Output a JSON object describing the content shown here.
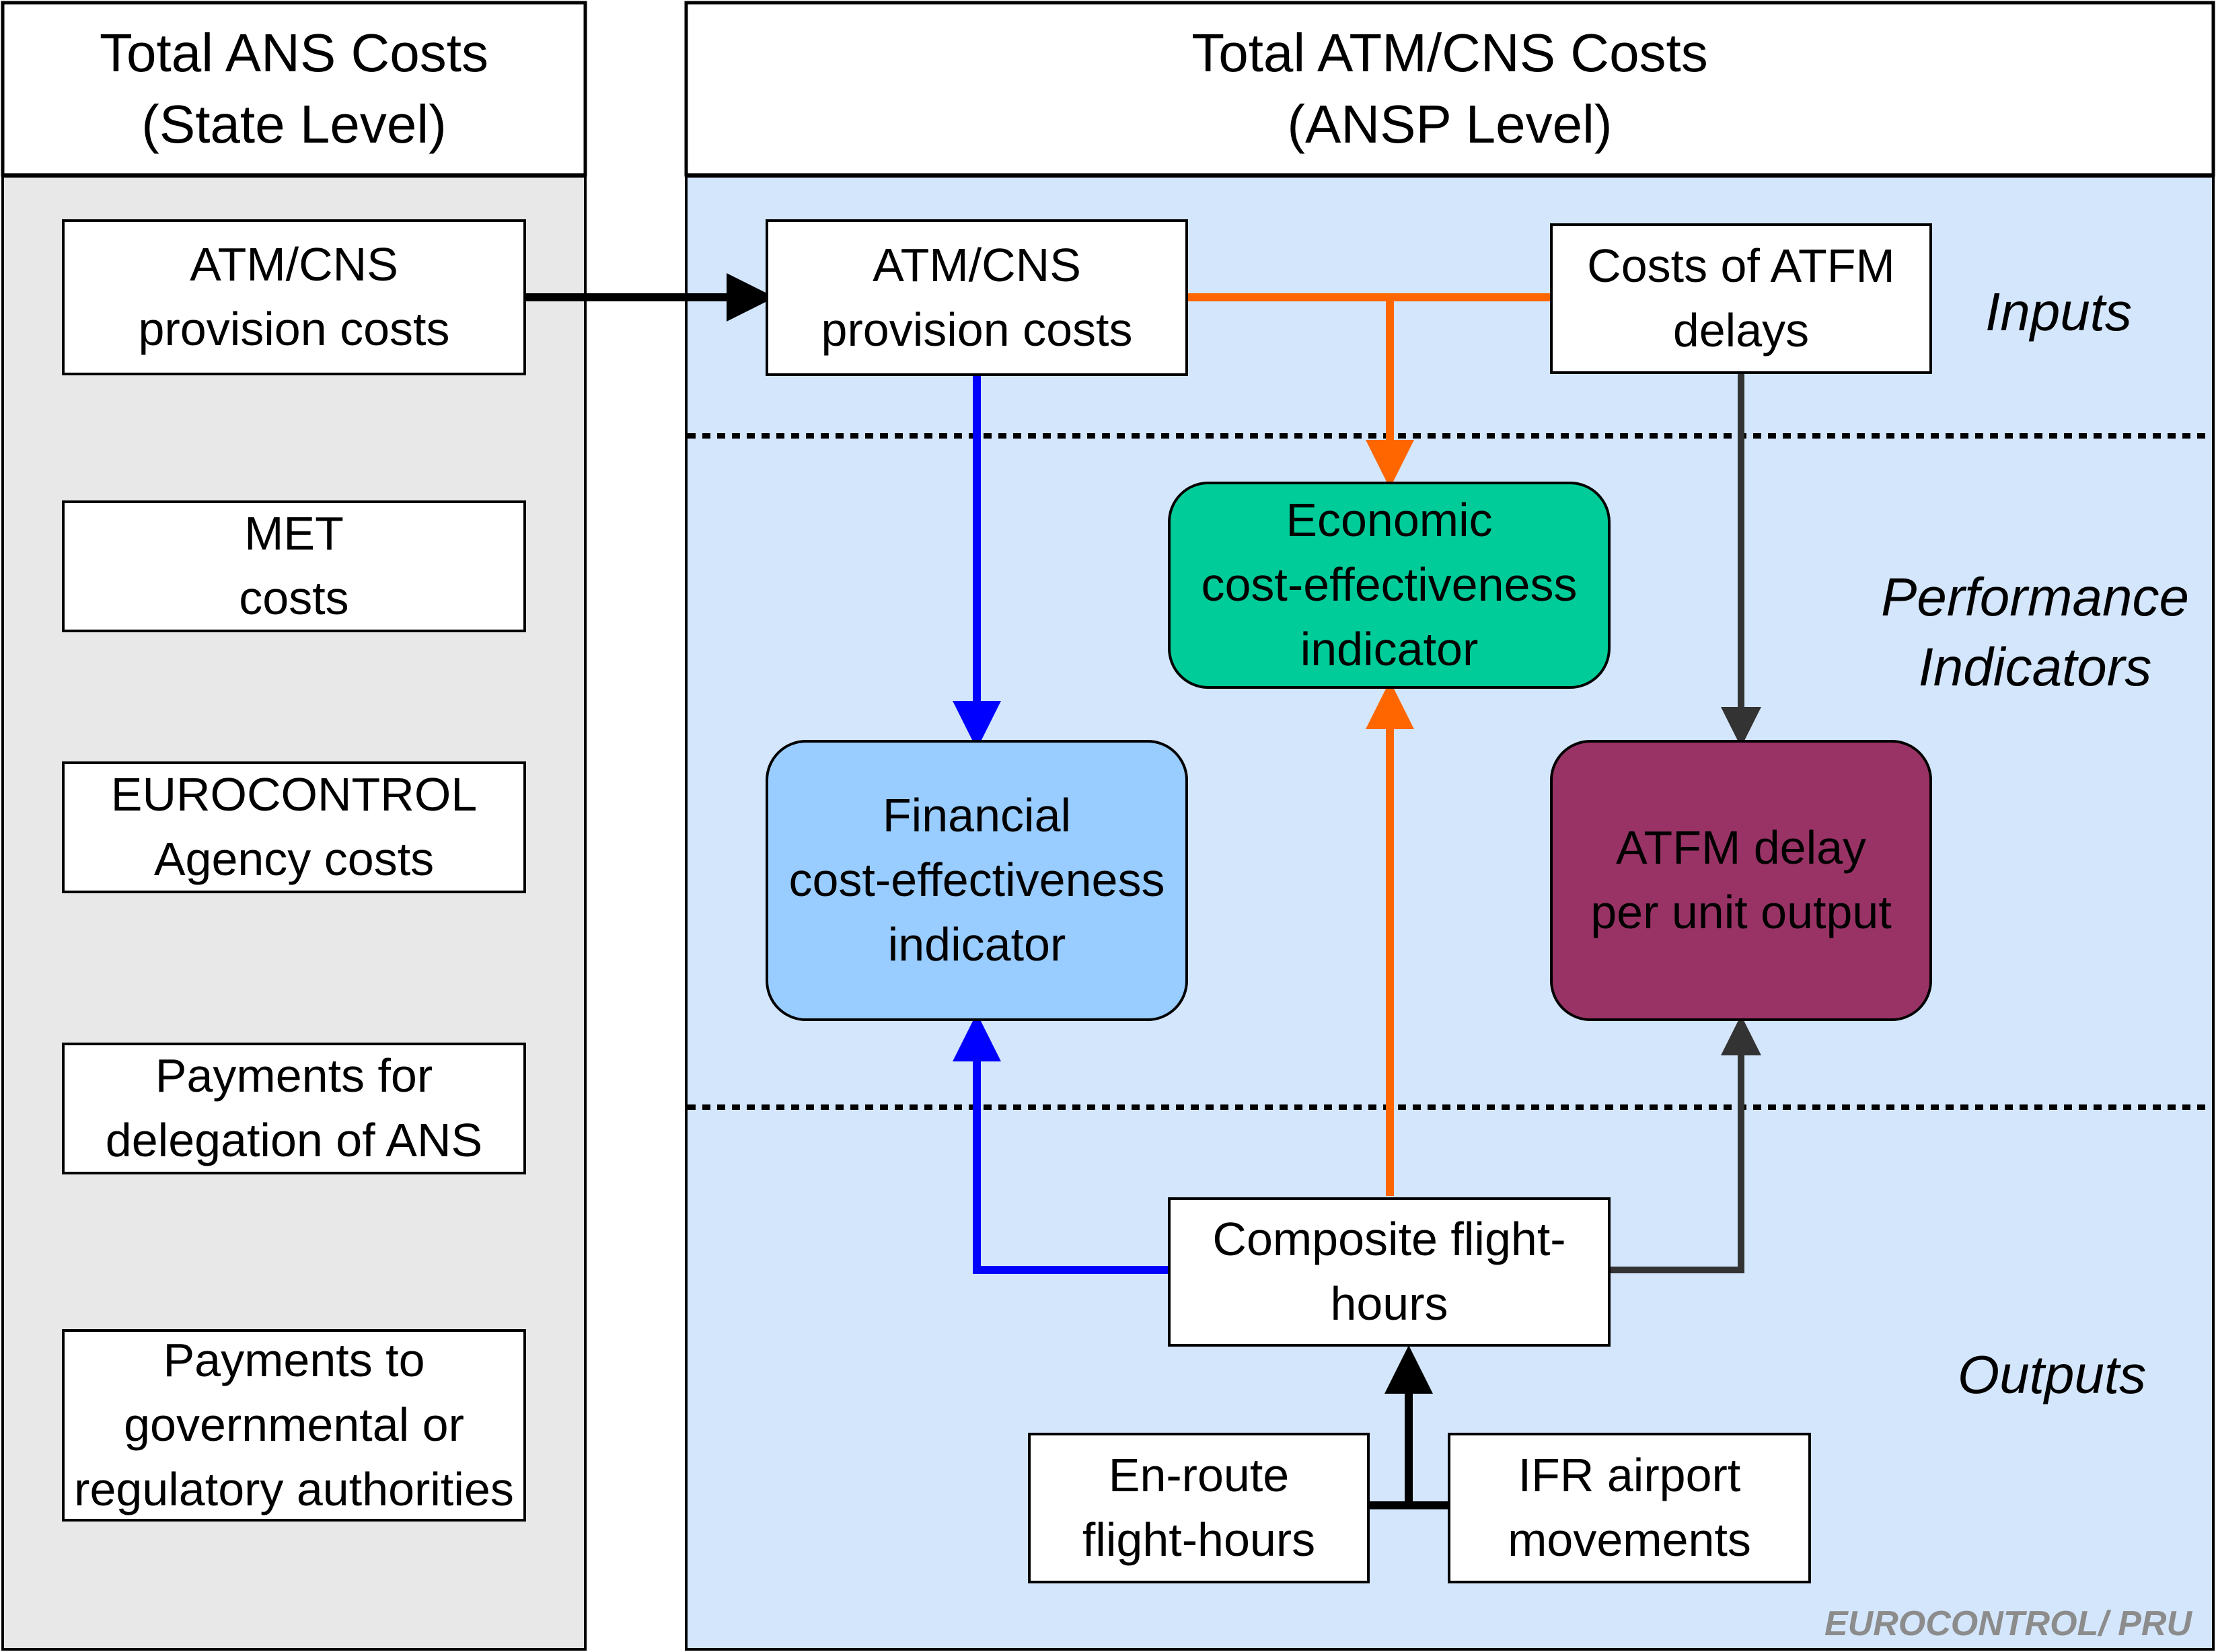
{
  "state_panel": {
    "title": "Total ANS Costs\n(State Level)",
    "items": [
      "ATM/CNS\nprovision costs",
      "MET\ncosts",
      "EUROCONTROL\nAgency costs",
      "Payments for\ndelegation of ANS",
      "Payments to\ngovernmental or\nregulatory authorities"
    ]
  },
  "ansp_panel": {
    "title": "Total ATM/CNS Costs\n(ANSP Level)",
    "sections": {
      "inputs": "Inputs",
      "indicators": "Performance\nIndicators",
      "outputs": "Outputs"
    },
    "nodes": {
      "atm_cns_costs": "ATM/CNS\nprovision costs",
      "atfm_costs": "Costs of ATFM\ndelays",
      "economic_indicator": "Economic\ncost-effectiveness\nindicator",
      "financial_indicator": "Financial\ncost-effectiveness\nindicator",
      "atfm_indicator": "ATFM delay\nper unit output",
      "composite_hours": "Composite flight-\nhours",
      "enroute_hours": "En-route\nflight-hours",
      "ifr_movements": "IFR airport\nmovements"
    }
  },
  "source": "EUROCONTROL/ PRU",
  "colors": {
    "state_bg": "#e8e8e8",
    "ansp_bg": "#d4e6fb",
    "financial": "#99ccff",
    "economic": "#00cc99",
    "atfm": "#993366",
    "blue_flow": "#0000ff",
    "orange_flow": "#ff6600",
    "grey_flow": "#333333"
  }
}
